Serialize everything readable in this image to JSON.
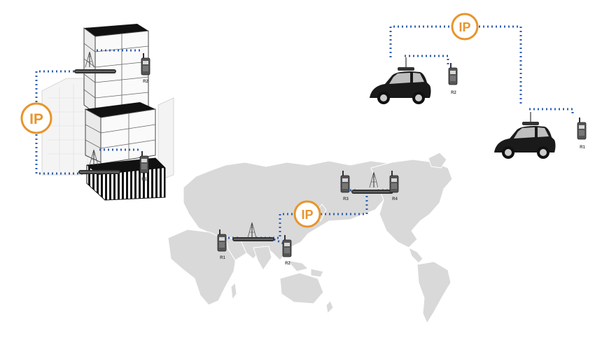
{
  "badges": {
    "building_ip": "IP",
    "vehicle_ip": "IP",
    "map_ip": "IP"
  },
  "radio_labels": {
    "building_top": "R2",
    "building_bottom": "R1",
    "car_top": "R2",
    "car_bottom": "R1",
    "map_left": "R1",
    "map_bottom": "R2",
    "map_right_a": "R3",
    "map_right_b": "R4"
  },
  "colors": {
    "ip_ring": "#e8952c",
    "ip_text": "#e8952c",
    "dotted_link": "#2f5fb3",
    "landmass": "#d9d9d9",
    "landmass_stroke": "#ffffff",
    "building_glass": "#f2f2f2",
    "building_dark": "#111111",
    "repeater": "#333333",
    "vehicle": "#1a1a1a"
  },
  "icons": [
    "ip-badge-icon",
    "portable-radio-icon",
    "repeater-icon",
    "vehicle-icon",
    "building-icon",
    "antenna-icon",
    "world-map-icon"
  ]
}
